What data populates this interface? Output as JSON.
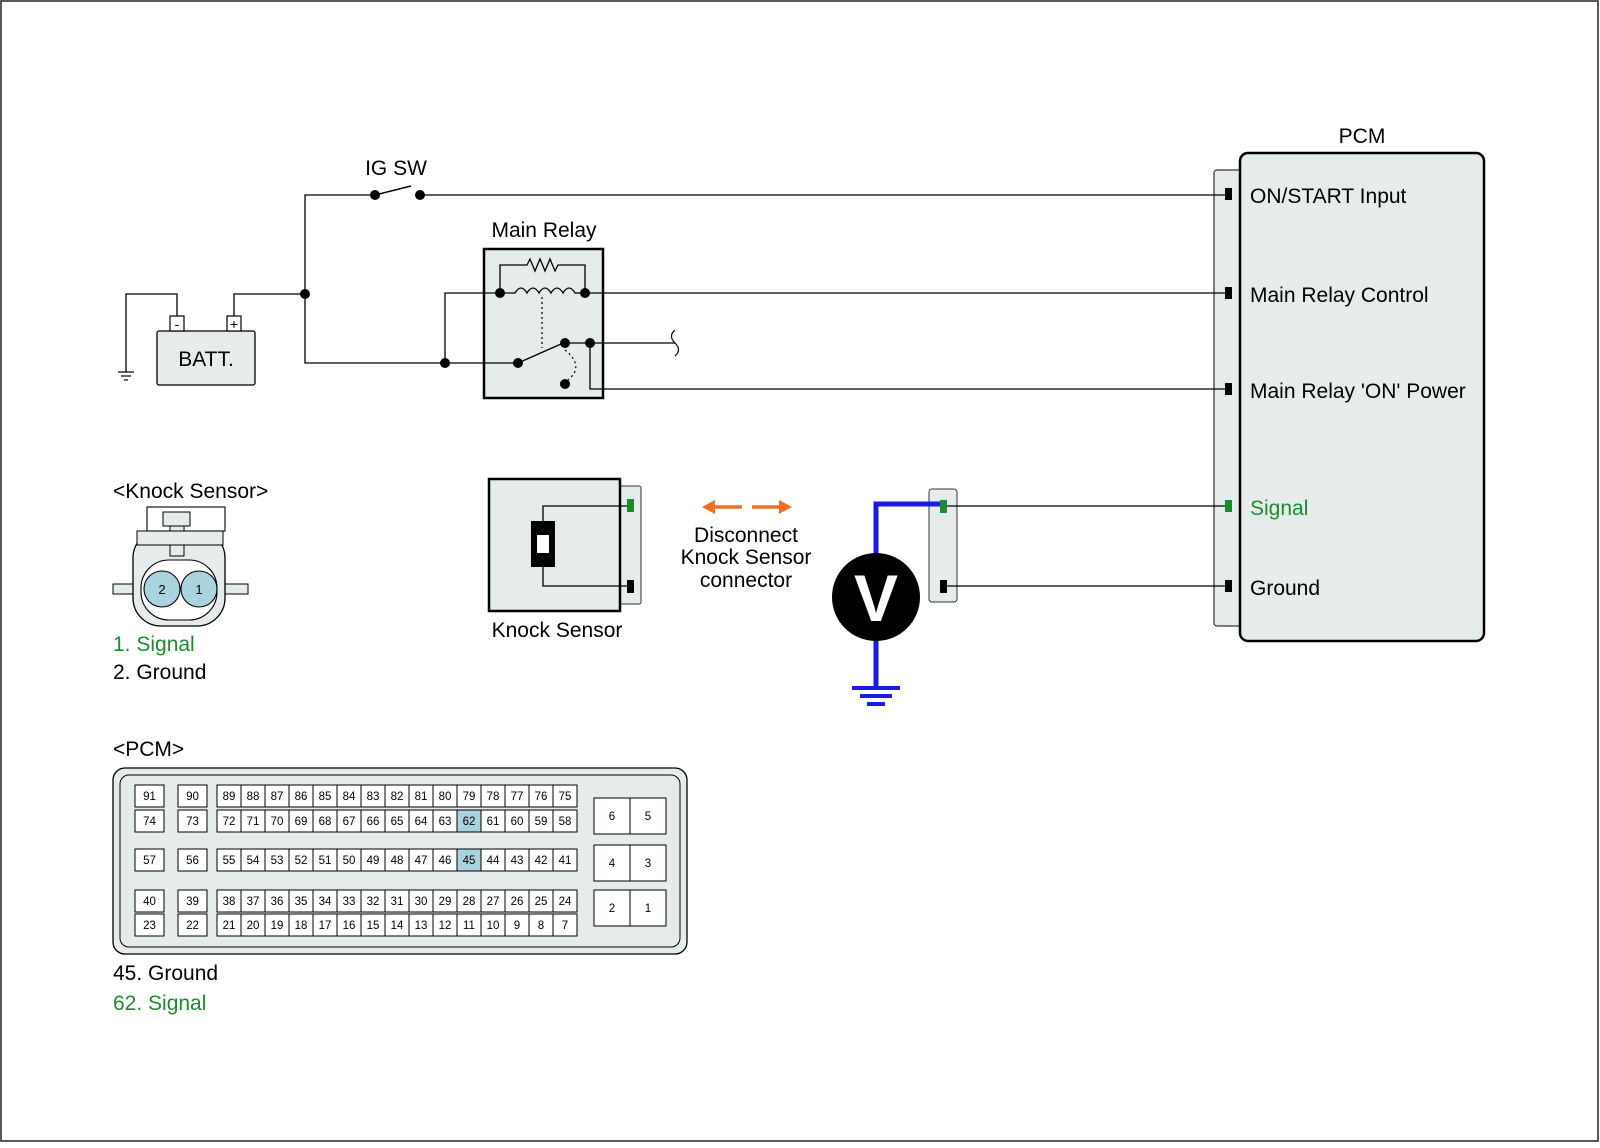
{
  "labels": {
    "ig_sw": "IG SW",
    "main_relay": "Main Relay",
    "batt": "BATT.",
    "batt_minus": "-",
    "batt_plus": "+",
    "pcm_title": "PCM",
    "knock_sensor_header": "<Knock Sensor>",
    "knock_sensor_caption": "Knock Sensor",
    "pcm_header": "<PCM>",
    "voltmeter": "V",
    "disconnect_lines": [
      "Disconnect",
      "Knock Sensor",
      "connector"
    ]
  },
  "pcm_terminals": [
    {
      "label": "ON/START Input",
      "color": "#000000"
    },
    {
      "label": "Main Relay Control",
      "color": "#000000"
    },
    {
      "label": "Main Relay 'ON' Power",
      "color": "#000000"
    },
    {
      "label": "Signal",
      "color": "#1e8a2e"
    },
    {
      "label": "Ground",
      "color": "#000000"
    }
  ],
  "knock_connector": {
    "pins": [
      "2",
      "1"
    ],
    "legend": [
      {
        "text": "1. Signal",
        "color": "#1e8a2e"
      },
      {
        "text": "2. Ground",
        "color": "#000000"
      }
    ]
  },
  "pcm_connector": {
    "rows": [
      [
        "91",
        "90",
        "89",
        "88",
        "87",
        "86",
        "85",
        "84",
        "83",
        "82",
        "81",
        "80",
        "79",
        "78",
        "77",
        "76",
        "75"
      ],
      [
        "74",
        "73",
        "72",
        "71",
        "70",
        "69",
        "68",
        "67",
        "66",
        "65",
        "64",
        "63",
        "62",
        "61",
        "60",
        "59",
        "58"
      ],
      [
        "57",
        "56",
        "55",
        "54",
        "53",
        "52",
        "51",
        "50",
        "49",
        "48",
        "47",
        "46",
        "45",
        "44",
        "43",
        "42",
        "41"
      ],
      [
        "40",
        "39",
        "38",
        "37",
        "36",
        "35",
        "34",
        "33",
        "32",
        "31",
        "30",
        "29",
        "28",
        "27",
        "26",
        "25",
        "24"
      ],
      [
        "23",
        "22",
        "21",
        "20",
        "19",
        "18",
        "17",
        "16",
        "15",
        "14",
        "13",
        "12",
        "11",
        "10",
        "9",
        "8",
        "7"
      ]
    ],
    "power_pins": [
      [
        "6",
        "5"
      ],
      [
        "4",
        "3"
      ],
      [
        "2",
        "1"
      ]
    ],
    "highlighted": [
      "62",
      "45"
    ],
    "legend": [
      {
        "text": "45. Ground",
        "color": "#000000"
      },
      {
        "text": "62. Signal",
        "color": "#1e8a2e"
      }
    ]
  },
  "colors": {
    "signal_green": "#1e8a2e",
    "meter_wire_blue": "#1a1ae6",
    "arrow_orange": "#f07020",
    "highlight_pin": "#a9d3df",
    "panel_fill": "#e6ecec"
  },
  "icons": {
    "voltmeter": "voltmeter-icon",
    "ground": "ground-icon",
    "switch": "switch-icon",
    "relay_coil": "relay-coil-icon",
    "double_arrow": "double-arrow-icon"
  }
}
